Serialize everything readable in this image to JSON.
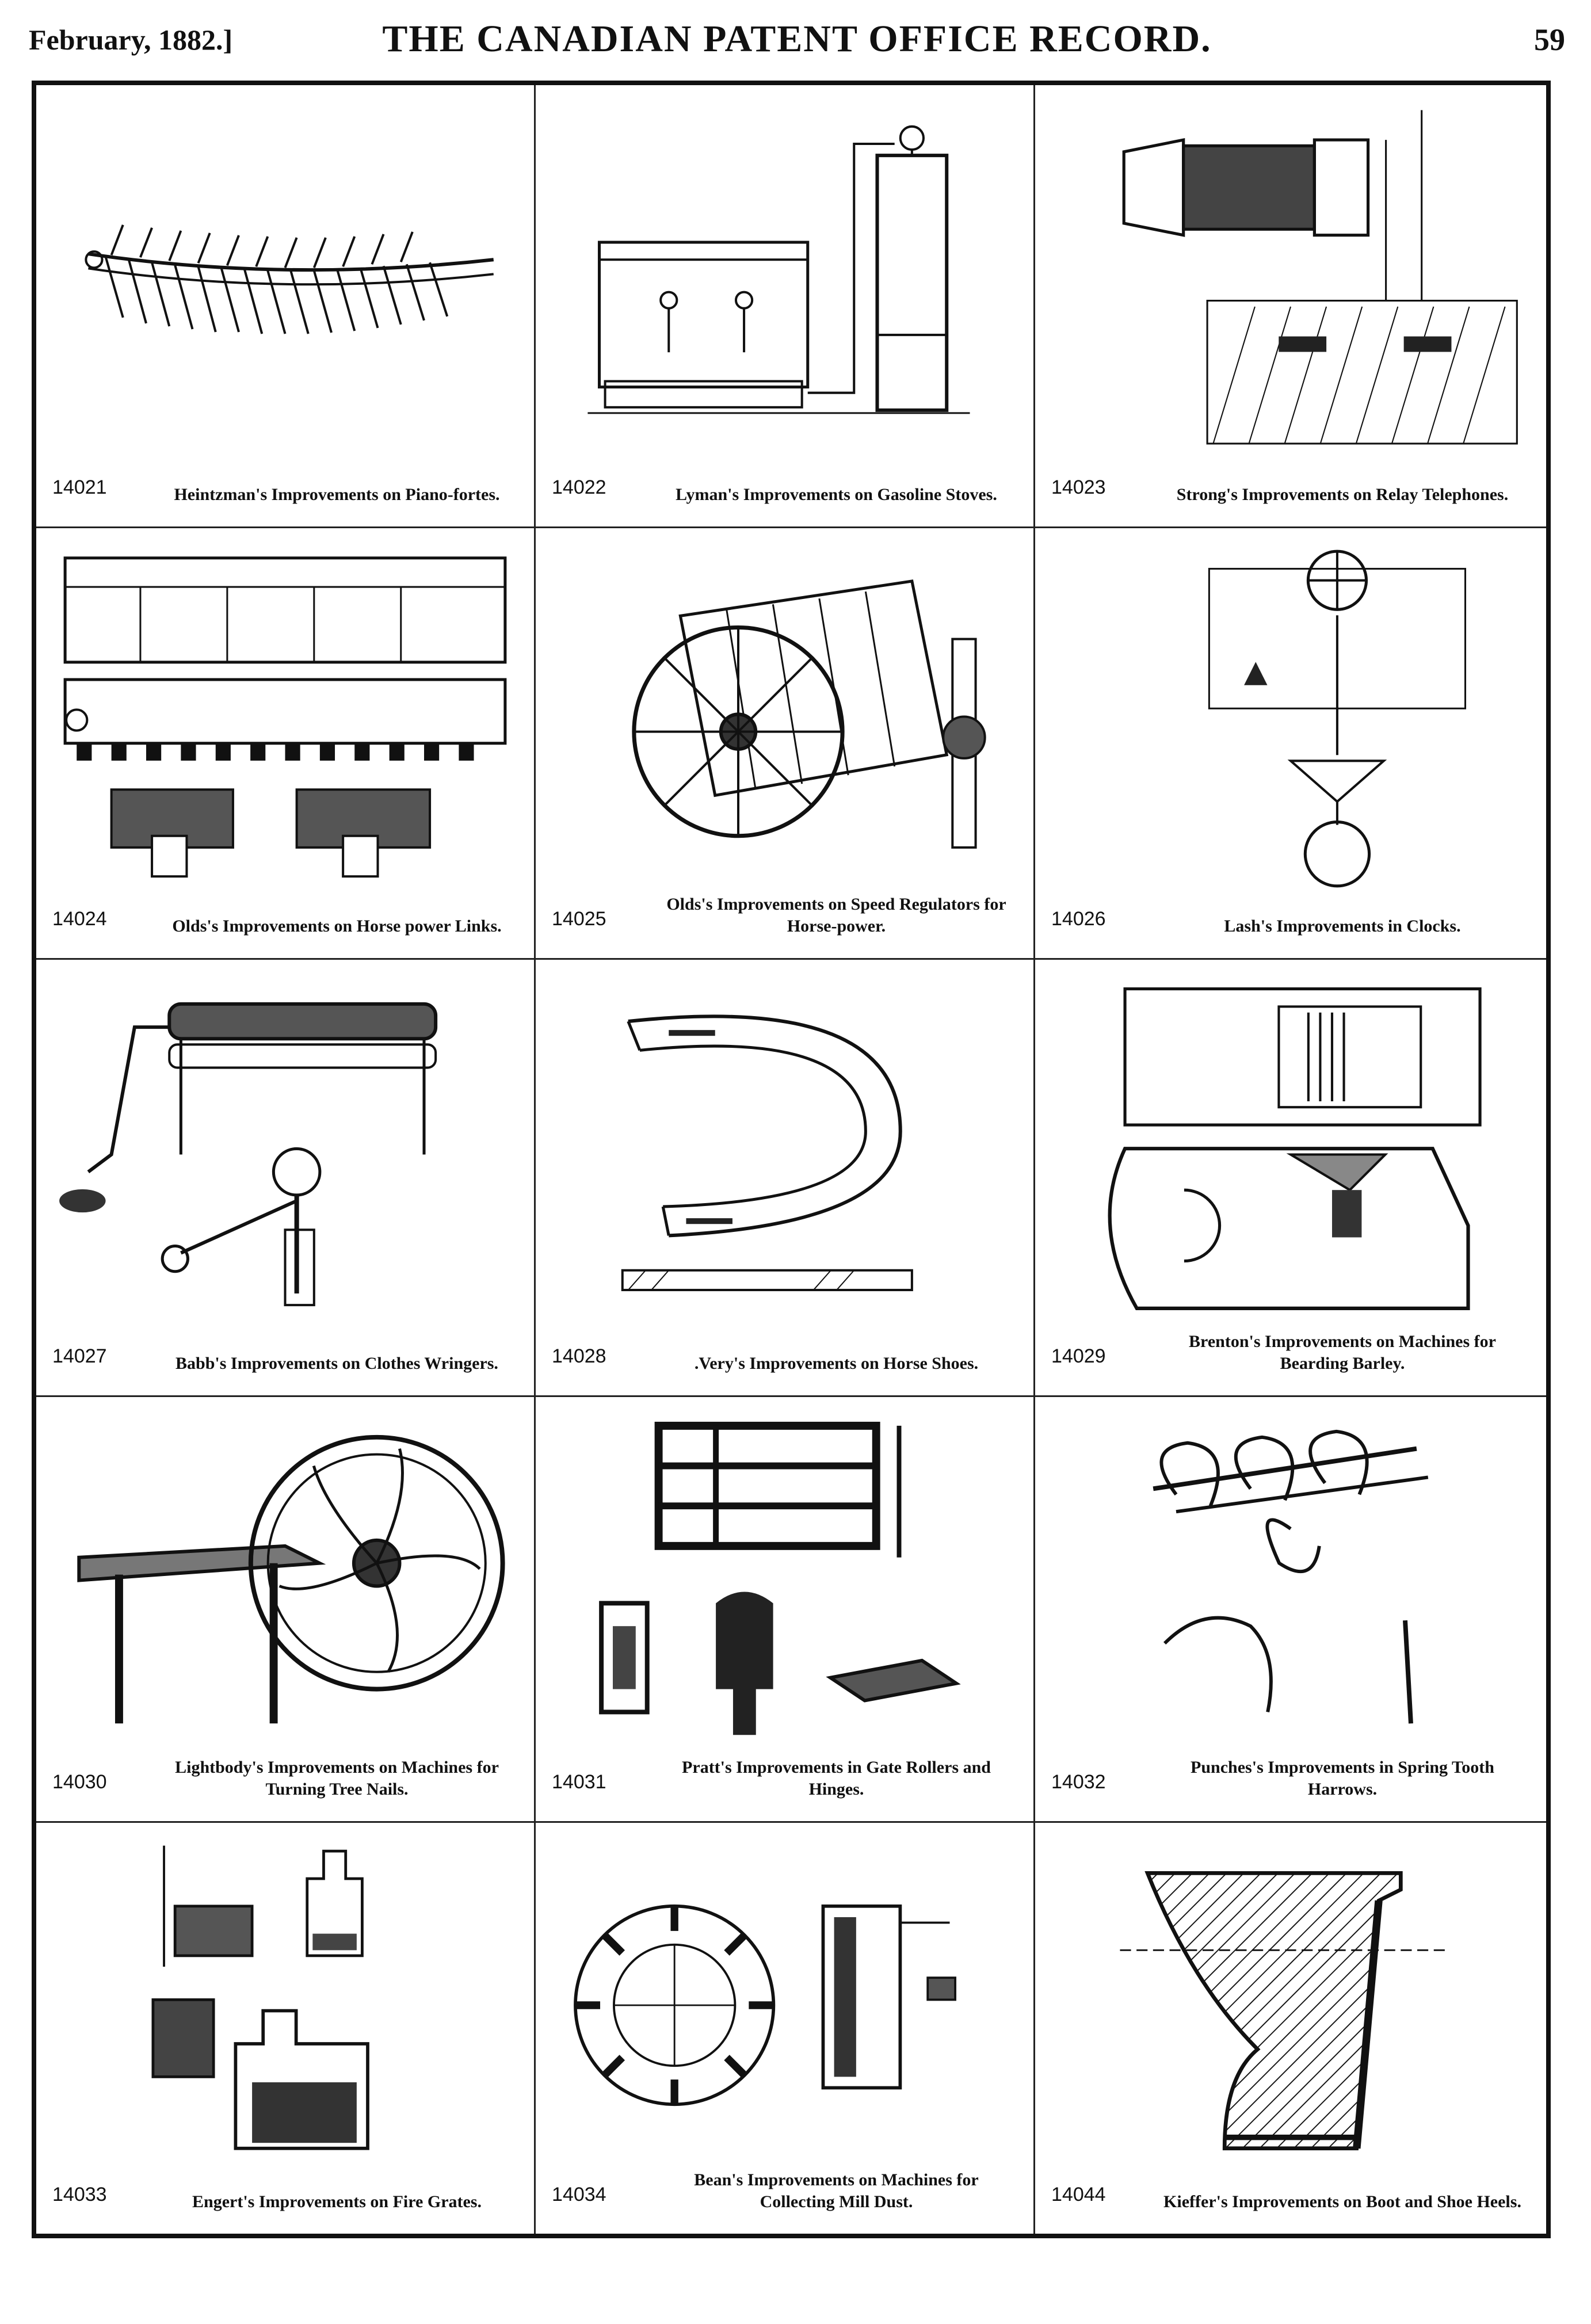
{
  "header": {
    "date": "February, 1882.]",
    "title": "THE CANADIAN PATENT OFFICE RECORD.",
    "page_number": "59"
  },
  "patents": [
    {
      "number": "14021",
      "caption": "Heintzman's Improvements on Piano-fortes."
    },
    {
      "number": "14022",
      "caption": "Lyman's Improvements on Gasoline Stoves."
    },
    {
      "number": "14023",
      "caption": "Strong's Improvements on Relay Telephones."
    },
    {
      "number": "14024",
      "caption": "Olds's Improvements on Horse power Links."
    },
    {
      "number": "14025",
      "caption": "Olds's Improvements on Speed Regulators for Horse-power."
    },
    {
      "number": "14026",
      "caption": "Lash's Improvements in Clocks."
    },
    {
      "number": "14027",
      "caption": "Babb's Improvements on Clothes Wringers."
    },
    {
      "number": "14028",
      "caption": ".Very's Improvements on Horse Shoes."
    },
    {
      "number": "14029",
      "caption": "Brenton's Improvements on Machines for Bearding Barley."
    },
    {
      "number": "14030",
      "caption": "Lightbody's Improvements on Machines for Turning Tree Nails."
    },
    {
      "number": "14031",
      "caption": "Pratt's Improvements in Gate Rollers and Hinges."
    },
    {
      "number": "14032",
      "caption": "Punches's Improvements in Spring Tooth Harrows."
    },
    {
      "number": "14033",
      "caption": "Engert's Improvements on Fire Grates."
    },
    {
      "number": "14034",
      "caption": "Bean's Improvements on Machines for Collecting Mill Dust."
    },
    {
      "number": "14044",
      "caption": "Kieffer's Improvements on Boot and Shoe Heels."
    }
  ]
}
